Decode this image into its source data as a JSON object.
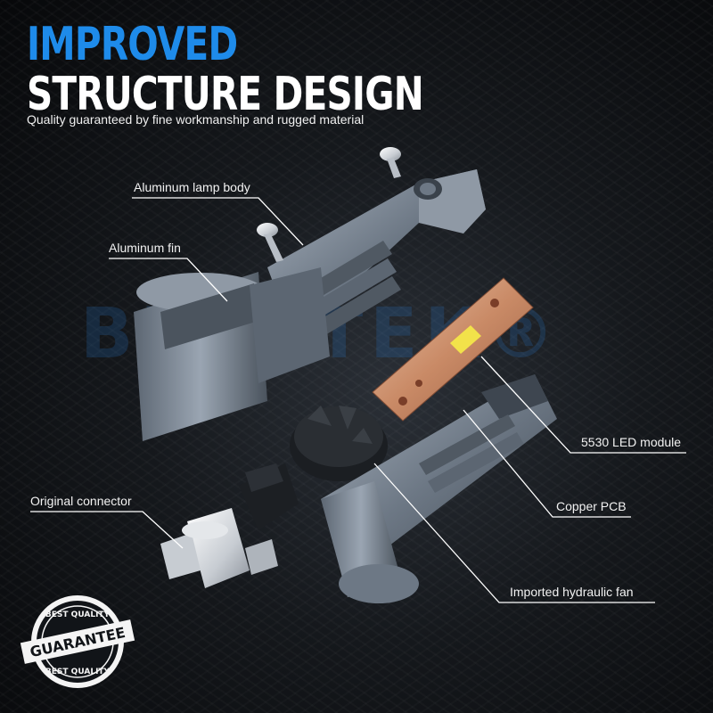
{
  "headline": {
    "line1": "IMPROVED",
    "line2": "STRUCTURE DESIGN",
    "tagline": "Quality guaranteed by fine workmanship and rugged material"
  },
  "watermark": "BULBTEK®",
  "callouts": {
    "lamp_body": "Aluminum lamp body",
    "fin": "Aluminum fin",
    "connector": "Original connector",
    "led_module": "5530 LED module",
    "pcb": "Copper PCB",
    "fan": "Imported hydraulic fan"
  },
  "badge": {
    "top": "BEST QUALITY",
    "center": "GUARANTEE",
    "bottom": "BEST QUALITY"
  },
  "colors": {
    "accent_blue": "#1e8bea",
    "headline_white": "#ffffff",
    "metal": "#7a8592",
    "copper": "#c98a66",
    "led_yellow": "#f2e24a"
  }
}
